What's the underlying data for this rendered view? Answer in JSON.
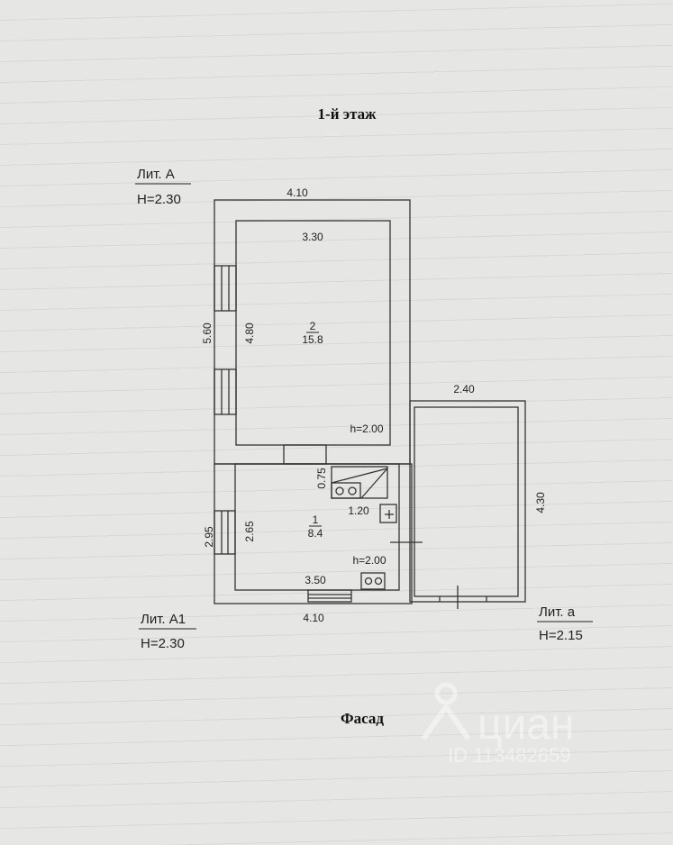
{
  "title": "1-й этаж",
  "footer": "Фасад",
  "lit_a": {
    "label": "Лит. А",
    "height": "H=2.30",
    "outer_width": "4.10",
    "inner_width": "3.30",
    "outer_length": "5.60",
    "inner_length": "4.80",
    "room_number": "2",
    "room_area": "15.8",
    "ceiling": "h=2.00"
  },
  "lit_a1": {
    "label": "Лит. А1",
    "height": "H=2.30",
    "outer_width": "4.10",
    "inner_width": "3.50",
    "outer_length": "2.95",
    "inner_length": "2.65",
    "room_number": "1",
    "room_area": "8.4",
    "ceiling": "h=2.00",
    "stove_depth": "0.75",
    "stove_width": "1.20"
  },
  "lit_a_small": {
    "label": "Лит. а",
    "height": "H=2.15",
    "width": "2.40",
    "length": "4.30"
  },
  "watermark": {
    "brand": "циан",
    "id": "ID 113482659"
  }
}
